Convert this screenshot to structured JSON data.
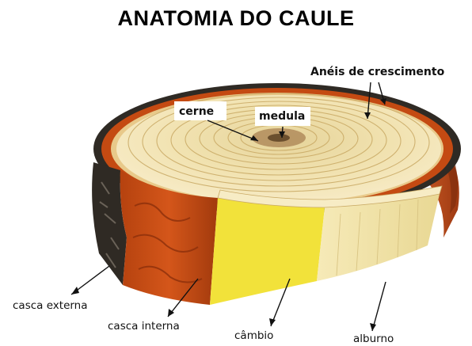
{
  "title": "ANATOMIA DO CAULE",
  "labels": {
    "aneis": "Anéis de crescimento",
    "cerne": "cerne",
    "medula": "medula",
    "casca_externa": "casca externa",
    "casca_interna": "casca interna",
    "cambio": "câmbio",
    "alburno": "alburno"
  },
  "colors": {
    "bark_outer": "#2f2a24",
    "bark_inner": "#c44a12",
    "cambium": "#f2e23a",
    "sapwood": "#f3e7b8",
    "heartwood": "#dcc88a",
    "pith": "#6b4f2e"
  }
}
